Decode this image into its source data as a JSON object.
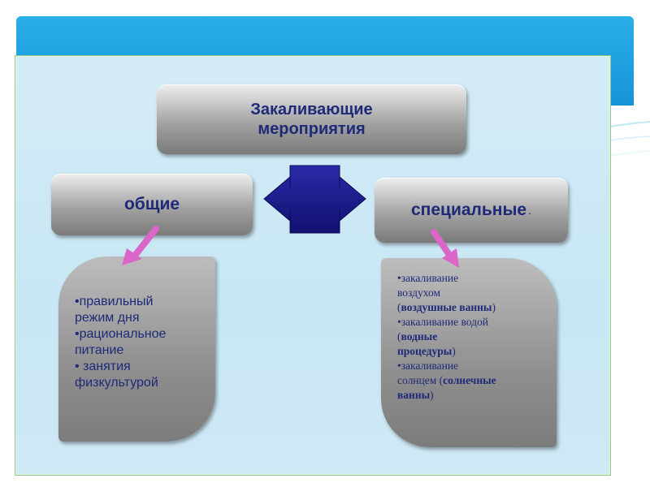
{
  "diagram": {
    "title": "Закаливающие мероприятия",
    "left_header": "общие",
    "right_header": "специальные",
    "right_header_suffix": ".",
    "left_items": [
      "•правильный",
      "режим дня",
      "•рациональное",
      "питание",
      "• занятия",
      "физкультурой"
    ],
    "right_items": {
      "l1": "•закаливание",
      "l2": "воздухом",
      "l3a": "(",
      "l3b": "воздушные ванны",
      "l3c": ")",
      "l4": "•закаливание водой",
      "l5a": "(",
      "l5b": "водные",
      "l6a": "процедуры",
      "l6b": ")",
      "l7": "•закаливание",
      "l8a": "солнцем (",
      "l8b": "солнечные",
      "l9a": "ванны",
      "l9b": ")"
    }
  },
  "colors": {
    "banner": "#1793d8",
    "panel": "#cde8f5",
    "text": "#1e2a78",
    "double_arrow": "#1a1a8c",
    "pink_arrow": "#d966c8"
  }
}
